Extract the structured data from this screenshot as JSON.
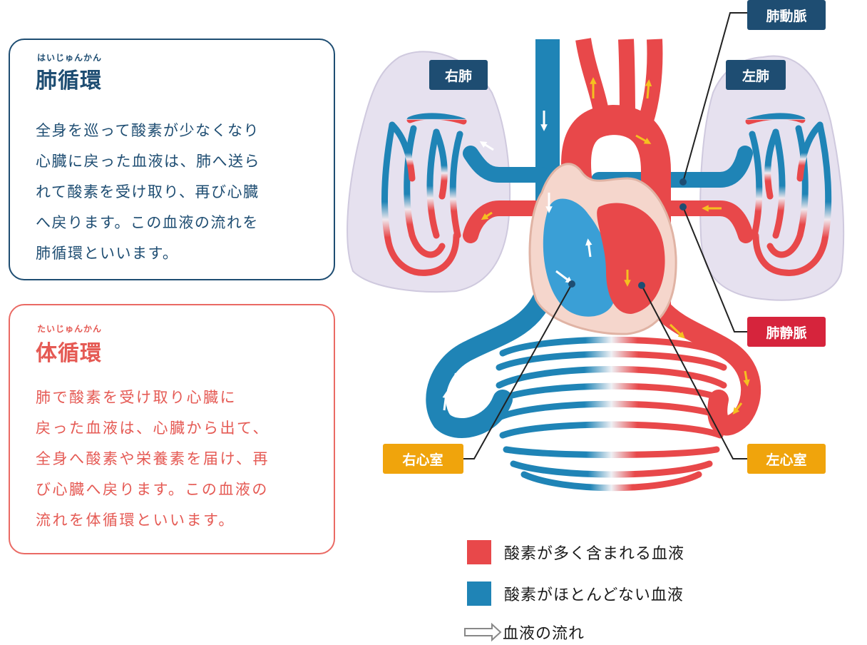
{
  "pulmonary": {
    "ruby": "はいじゅんかん",
    "title": "肺循環",
    "lines": [
      "全身を巡って酸素が少なくなり",
      "心臓に戻った血液は、肺へ送ら",
      "れて酸素を受け取り、再び心臓",
      "へ戻ります。この血液の流れを",
      "肺循環といいます。"
    ]
  },
  "systemic": {
    "ruby": "たいじゅんかん",
    "title": "体循環",
    "lines": [
      "肺で酸素を受け取り心臓に",
      "戻った血液は、心臓から出て、",
      "全身へ酸素や栄養素を届け、再",
      "び心臓へ戻ります。この血液の",
      "流れを体循環といいます。"
    ]
  },
  "labels": {
    "pulmonary_artery": "肺動脈",
    "right_lung": "右肺",
    "left_lung": "左肺",
    "pulmonary_vein": "肺静脈",
    "right_ventricle": "右心室",
    "left_ventricle": "左心室"
  },
  "legend": {
    "oxygen_rich": "酸素が多く含まれる血液",
    "oxygen_poor": "酸素がほとんどない血液",
    "flow": "血液の流れ"
  },
  "colors": {
    "red": "#e8484a",
    "blue": "#1f84b6",
    "navy": "#1e4d72",
    "crimson": "#d6243c",
    "orange": "#f0a40c",
    "lung": "#e6e1ef"
  }
}
